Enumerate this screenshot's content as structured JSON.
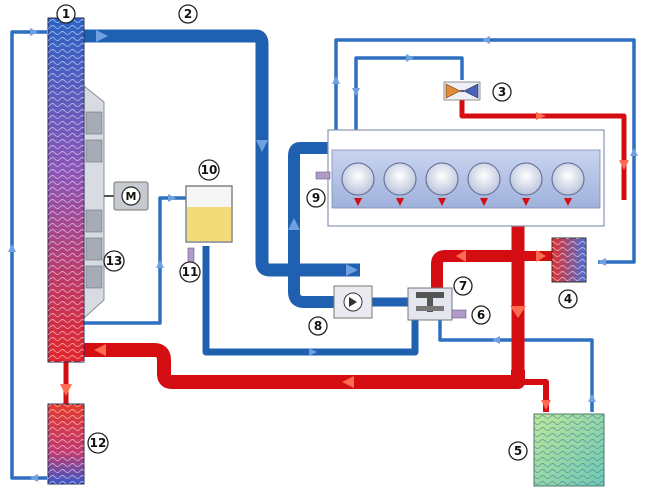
{
  "callouts": [
    {
      "id": "1",
      "label": "1"
    },
    {
      "id": "2",
      "label": "2"
    },
    {
      "id": "3",
      "label": "3"
    },
    {
      "id": "4",
      "label": "4"
    },
    {
      "id": "5",
      "label": "5"
    },
    {
      "id": "6",
      "label": "6"
    },
    {
      "id": "7",
      "label": "7"
    },
    {
      "id": "8",
      "label": "8"
    },
    {
      "id": "9",
      "label": "9"
    },
    {
      "id": "10",
      "label": "10"
    },
    {
      "id": "11",
      "label": "11"
    },
    {
      "id": "12",
      "label": "12"
    },
    {
      "id": "13",
      "label": "13"
    }
  ],
  "motor_label": "M",
  "colors": {
    "hot": "#d40d12",
    "cold": "#2060b0",
    "cold_light": "#6fa0e0",
    "coolant_tank": "#f2dc7a",
    "heat_exchanger_5": "#8ed7a0"
  }
}
